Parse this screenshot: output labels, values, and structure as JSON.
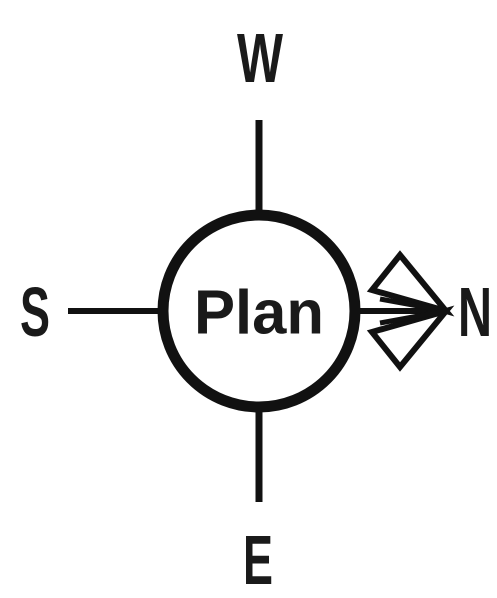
{
  "compass": {
    "center_label": "Plan",
    "directions": {
      "top": "W",
      "bottom": "E",
      "left": "S",
      "right": "N"
    },
    "stroke_color": "#111111",
    "text_color": "#1a1a1a",
    "background_color": "#ffffff",
    "arrow_points_to": "N"
  }
}
